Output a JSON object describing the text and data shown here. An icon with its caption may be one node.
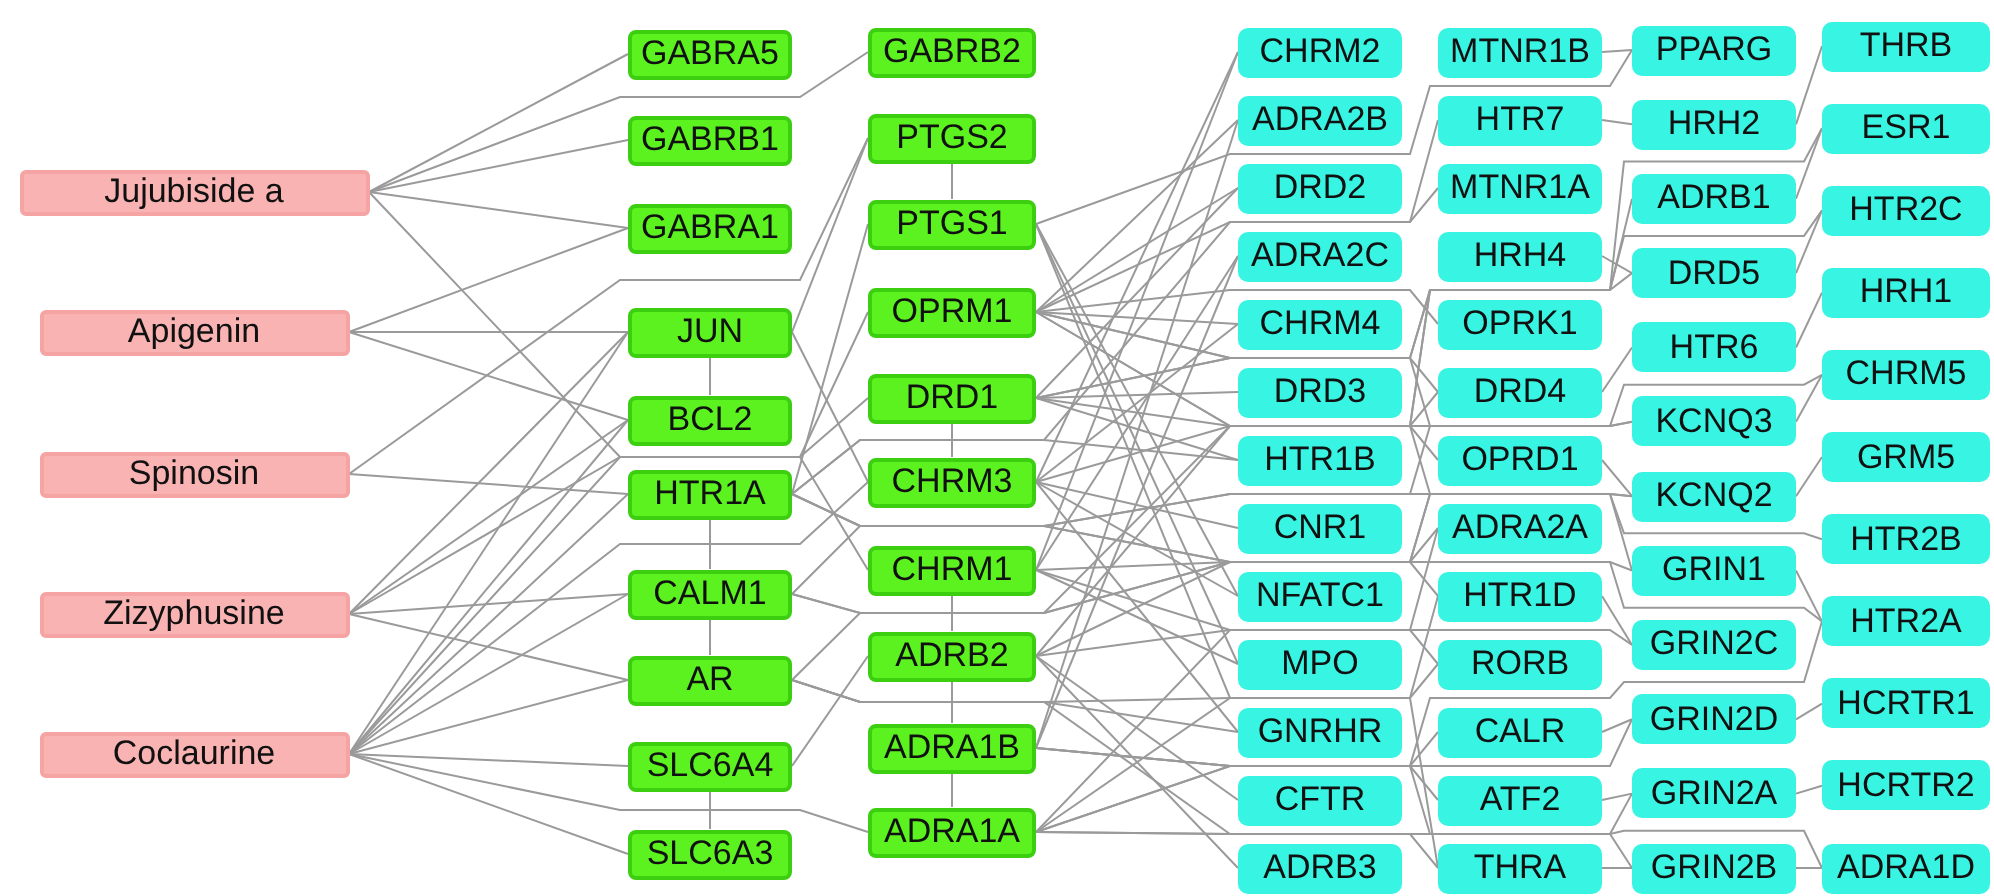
{
  "diagram": {
    "nodes": [
      {
        "text": [
          "Jujubiside a"
        ]
      },
      {
        "text": [
          "Apigenin"
        ]
      },
      {
        "text": [
          "Spinosin"
        ]
      },
      {
        "text": [
          "Zizyphusine"
        ]
      },
      {
        "text": [
          "Coclaurine"
        ]
      },
      {
        "text": [
          "GABRA5"
        ]
      },
      {
        "text": [
          "GABRB1"
        ]
      },
      {
        "text": [
          "GABRA1"
        ]
      },
      {
        "text": [
          "JUN"
        ]
      },
      {
        "text": [
          "BCL2"
        ]
      },
      {
        "text": [
          "HTR1A"
        ]
      },
      {
        "text": [
          "CALM1"
        ]
      },
      {
        "text": [
          "AR"
        ]
      },
      {
        "text": [
          "SLC6A4"
        ]
      },
      {
        "text": [
          "SLC6A3"
        ]
      },
      {
        "text": [
          "GABRB2"
        ]
      },
      {
        "text": [
          "PTGS2"
        ]
      },
      {
        "text": [
          "PTGS1"
        ]
      },
      {
        "text": [
          "OPRM1"
        ]
      },
      {
        "text": [
          "DRD1"
        ]
      },
      {
        "text": [
          "CHRM3"
        ]
      },
      {
        "text": [
          "CHRM1"
        ]
      },
      {
        "text": [
          "ADRB2"
        ]
      },
      {
        "text": [
          "ADRA1B"
        ]
      },
      {
        "text": [
          "ADRA1A"
        ]
      },
      {
        "text": [
          "CHRM2"
        ]
      },
      {
        "text": [
          "ADRA2B"
        ]
      },
      {
        "text": [
          "DRD2"
        ]
      },
      {
        "text": [
          "ADRA2C"
        ]
      },
      {
        "text": [
          "CHRM4"
        ]
      },
      {
        "text": [
          "DRD3"
        ]
      },
      {
        "text": [
          "HTR1B"
        ]
      },
      {
        "text": [
          "CNR1"
        ]
      },
      {
        "text": [
          "NFATC1"
        ]
      },
      {
        "text": [
          "MPO"
        ]
      },
      {
        "text": [
          "GNRHR"
        ]
      },
      {
        "text": [
          "CFTR"
        ]
      },
      {
        "text": [
          "ADRB3"
        ]
      },
      {
        "text": [
          "MTNR1B"
        ]
      },
      {
        "text": [
          "HTR7"
        ]
      },
      {
        "text": [
          "MTNR1A"
        ]
      },
      {
        "text": [
          "HRH4"
        ]
      },
      {
        "text": [
          "OPRK1"
        ]
      },
      {
        "text": [
          "DRD4"
        ]
      },
      {
        "text": [
          "OPRD1"
        ]
      },
      {
        "text": [
          "ADRA2A"
        ]
      },
      {
        "text": [
          "HTR1D"
        ]
      },
      {
        "text": [
          "RORB"
        ]
      },
      {
        "text": [
          "CALR"
        ]
      },
      {
        "text": [
          "ATF2"
        ]
      },
      {
        "text": [
          "THRA"
        ]
      },
      {
        "text": [
          "PPARG"
        ]
      },
      {
        "text": [
          "HRH2"
        ]
      },
      {
        "text": [
          "ADRB1"
        ]
      },
      {
        "text": [
          "DRD5"
        ]
      },
      {
        "text": [
          "HTR6"
        ]
      },
      {
        "text": [
          "KCNQ3"
        ]
      },
      {
        "text": [
          "KCNQ2"
        ]
      },
      {
        "text": [
          "GRIN1"
        ]
      },
      {
        "text": [
          "GRIN2C"
        ]
      },
      {
        "text": [
          "GRIN2D"
        ]
      },
      {
        "text": [
          "GRIN2A"
        ]
      },
      {
        "text": [
          "GRIN2B"
        ]
      },
      {
        "text": [
          "THRB"
        ]
      },
      {
        "text": [
          "ESR1"
        ]
      },
      {
        "text": [
          "HTR2C"
        ]
      },
      {
        "text": [
          "HRH1"
        ]
      },
      {
        "text": [
          "CHRM5"
        ]
      },
      {
        "text": [
          "GRM5"
        ]
      },
      {
        "text": [
          "HTR2B"
        ]
      },
      {
        "text": [
          "HTR2A"
        ]
      },
      {
        "text": [
          "HCRTR1"
        ]
      },
      {
        "text": [
          "HCRTR2"
        ]
      },
      {
        "text": [
          "ADRA1D"
        ]
      }
    ],
    "edges": [
      {
        "from": 0,
        "to": 5,
        "arrow": "none"
      },
      {
        "from": 0,
        "to": 15,
        "arrow": "none"
      },
      {
        "from": 0,
        "to": 6,
        "arrow": "none"
      },
      {
        "from": 0,
        "to": 7,
        "arrow": "none"
      },
      {
        "from": 0,
        "to": 21,
        "arrow": "none"
      },
      {
        "from": 1,
        "to": 7,
        "arrow": "none"
      },
      {
        "from": 1,
        "to": 8,
        "arrow": "none"
      },
      {
        "from": 1,
        "to": 9,
        "arrow": "none"
      },
      {
        "from": 2,
        "to": 16,
        "arrow": "none"
      },
      {
        "from": 2,
        "to": 10,
        "arrow": "none"
      },
      {
        "from": 3,
        "to": 8,
        "arrow": "none"
      },
      {
        "from": 3,
        "to": 9,
        "arrow": "none"
      },
      {
        "from": 3,
        "to": 11,
        "arrow": "none"
      },
      {
        "from": 3,
        "to": 19,
        "arrow": "none"
      },
      {
        "from": 3,
        "to": 12,
        "arrow": "none"
      },
      {
        "from": 4,
        "to": 8,
        "arrow": "none"
      },
      {
        "from": 4,
        "to": 9,
        "arrow": "none"
      },
      {
        "from": 4,
        "to": 10,
        "arrow": "none"
      },
      {
        "from": 4,
        "to": 11,
        "arrow": "none"
      },
      {
        "from": 4,
        "to": 12,
        "arrow": "none"
      },
      {
        "from": 4,
        "to": 13,
        "arrow": "none"
      },
      {
        "from": 4,
        "to": 14,
        "arrow": "none"
      },
      {
        "from": 4,
        "to": 24,
        "arrow": "none"
      },
      {
        "from": 4,
        "to": 18,
        "arrow": "none"
      },
      {
        "from": 4,
        "to": 20,
        "arrow": "none"
      },
      {
        "from": 16,
        "to": 17,
        "arrow": "none"
      },
      {
        "from": 8,
        "to": 9,
        "arrow": "none"
      },
      {
        "from": 10,
        "to": 11,
        "arrow": "none"
      },
      {
        "from": 11,
        "to": 12,
        "arrow": "none"
      },
      {
        "from": 19,
        "to": 20,
        "arrow": "none"
      },
      {
        "from": 21,
        "to": 22,
        "arrow": "none"
      },
      {
        "from": 22,
        "to": 23,
        "arrow": "none"
      },
      {
        "from": 23,
        "to": 24,
        "arrow": "none"
      },
      {
        "from": 8,
        "to": 20,
        "arrow": "none"
      },
      {
        "from": 13,
        "to": 22,
        "arrow": "none"
      },
      {
        "from": 14,
        "to": 13,
        "arrow": "none"
      },
      {
        "from": 16,
        "to": 8,
        "arrow": "none"
      },
      {
        "from": 17,
        "to": 10,
        "arrow": "none"
      },
      {
        "from": 18,
        "to": 26,
        "arrow": "none"
      },
      {
        "from": 18,
        "to": 27,
        "arrow": "none"
      },
      {
        "from": 18,
        "to": 29,
        "arrow": "none"
      },
      {
        "from": 18,
        "to": 42,
        "arrow": "none"
      },
      {
        "from": 18,
        "to": 44,
        "arrow": "none"
      },
      {
        "from": 18,
        "to": 43,
        "arrow": "none"
      },
      {
        "from": 18,
        "to": 56,
        "arrow": "none"
      },
      {
        "from": 18,
        "to": 58,
        "arrow": "none"
      },
      {
        "from": 18,
        "to": 40,
        "arrow": "none"
      },
      {
        "from": 19,
        "to": 27,
        "arrow": "none"
      },
      {
        "from": 19,
        "to": 30,
        "arrow": "none"
      },
      {
        "from": 19,
        "to": 31,
        "arrow": "none"
      },
      {
        "from": 19,
        "to": 54,
        "arrow": "none"
      },
      {
        "from": 19,
        "to": 43,
        "arrow": "none"
      },
      {
        "from": 19,
        "to": 65,
        "arrow": "none"
      },
      {
        "from": 20,
        "to": 25,
        "arrow": "none"
      },
      {
        "from": 20,
        "to": 29,
        "arrow": "none"
      },
      {
        "from": 20,
        "to": 32,
        "arrow": "none"
      },
      {
        "from": 20,
        "to": 67,
        "arrow": "none"
      },
      {
        "from": 20,
        "to": 33,
        "arrow": "none"
      },
      {
        "from": 20,
        "to": 35,
        "arrow": "none"
      },
      {
        "from": 21,
        "to": 25,
        "arrow": "none"
      },
      {
        "from": 21,
        "to": 28,
        "arrow": "none"
      },
      {
        "from": 21,
        "to": 34,
        "arrow": "none"
      },
      {
        "from": 21,
        "to": 57,
        "arrow": "none"
      },
      {
        "from": 21,
        "to": 59,
        "arrow": "none"
      },
      {
        "from": 22,
        "to": 37,
        "arrow": "none"
      },
      {
        "from": 22,
        "to": 53,
        "arrow": "none"
      },
      {
        "from": 22,
        "to": 36,
        "arrow": "none"
      },
      {
        "from": 22,
        "to": 45,
        "arrow": "none"
      },
      {
        "from": 22,
        "to": 47,
        "arrow": "none"
      },
      {
        "from": 23,
        "to": 26,
        "arrow": "none"
      },
      {
        "from": 23,
        "to": 28,
        "arrow": "none"
      },
      {
        "from": 23,
        "to": 73,
        "arrow": "none"
      },
      {
        "from": 23,
        "to": 48,
        "arrow": "none"
      },
      {
        "from": 23,
        "to": 49,
        "arrow": "none"
      },
      {
        "from": 24,
        "to": 45,
        "arrow": "none"
      },
      {
        "from": 24,
        "to": 46,
        "arrow": "none"
      },
      {
        "from": 24,
        "to": 60,
        "arrow": "none"
      },
      {
        "from": 24,
        "to": 61,
        "arrow": "none"
      },
      {
        "from": 24,
        "to": 62,
        "arrow": "none"
      },
      {
        "from": 24,
        "to": 70,
        "arrow": "none"
      },
      {
        "from": 17,
        "to": 34,
        "arrow": "none"
      },
      {
        "from": 17,
        "to": 50,
        "arrow": "none"
      },
      {
        "from": 17,
        "to": 33,
        "arrow": "none"
      },
      {
        "from": 10,
        "to": 39,
        "arrow": "none"
      },
      {
        "from": 10,
        "to": 31,
        "arrow": "none"
      },
      {
        "from": 10,
        "to": 46,
        "arrow": "none"
      },
      {
        "from": 10,
        "to": 69,
        "arrow": "none"
      },
      {
        "from": 10,
        "to": 70,
        "arrow": "none"
      },
      {
        "from": 11,
        "to": 56,
        "arrow": "none"
      },
      {
        "from": 11,
        "to": 57,
        "arrow": "none"
      },
      {
        "from": 11,
        "to": 58,
        "arrow": "none"
      },
      {
        "from": 12,
        "to": 47,
        "arrow": "none"
      },
      {
        "from": 12,
        "to": 35,
        "arrow": "none"
      },
      {
        "from": 12,
        "to": 50,
        "arrow": "none"
      },
      {
        "from": 12,
        "to": 64,
        "arrow": "none"
      },
      {
        "from": 17,
        "to": 51,
        "arrow": "none"
      },
      {
        "from": 38,
        "to": 51,
        "arrow": "none"
      },
      {
        "from": 52,
        "to": 63,
        "arrow": "none"
      },
      {
        "from": 53,
        "to": 64,
        "arrow": "none"
      },
      {
        "from": 54,
        "to": 65,
        "arrow": "none"
      },
      {
        "from": 55,
        "to": 66,
        "arrow": "none"
      },
      {
        "from": 56,
        "to": 67,
        "arrow": "none"
      },
      {
        "from": 57,
        "to": 68,
        "arrow": "none"
      },
      {
        "from": 58,
        "to": 70,
        "arrow": "none"
      },
      {
        "from": 60,
        "to": 71,
        "arrow": "none"
      },
      {
        "from": 61,
        "to": 72,
        "arrow": "none"
      },
      {
        "from": 62,
        "to": 73,
        "arrow": "none"
      },
      {
        "from": 39,
        "to": 52,
        "arrow": "none"
      },
      {
        "from": 41,
        "to": 54,
        "arrow": "none"
      },
      {
        "from": 43,
        "to": 55,
        "arrow": "none"
      },
      {
        "from": 44,
        "to": 57,
        "arrow": "none"
      },
      {
        "from": 46,
        "to": 59,
        "arrow": "none"
      },
      {
        "from": 48,
        "to": 60,
        "arrow": "none"
      },
      {
        "from": 49,
        "to": 61,
        "arrow": "none"
      },
      {
        "from": 50,
        "to": 62,
        "arrow": "none"
      }
    ]
  }
}
